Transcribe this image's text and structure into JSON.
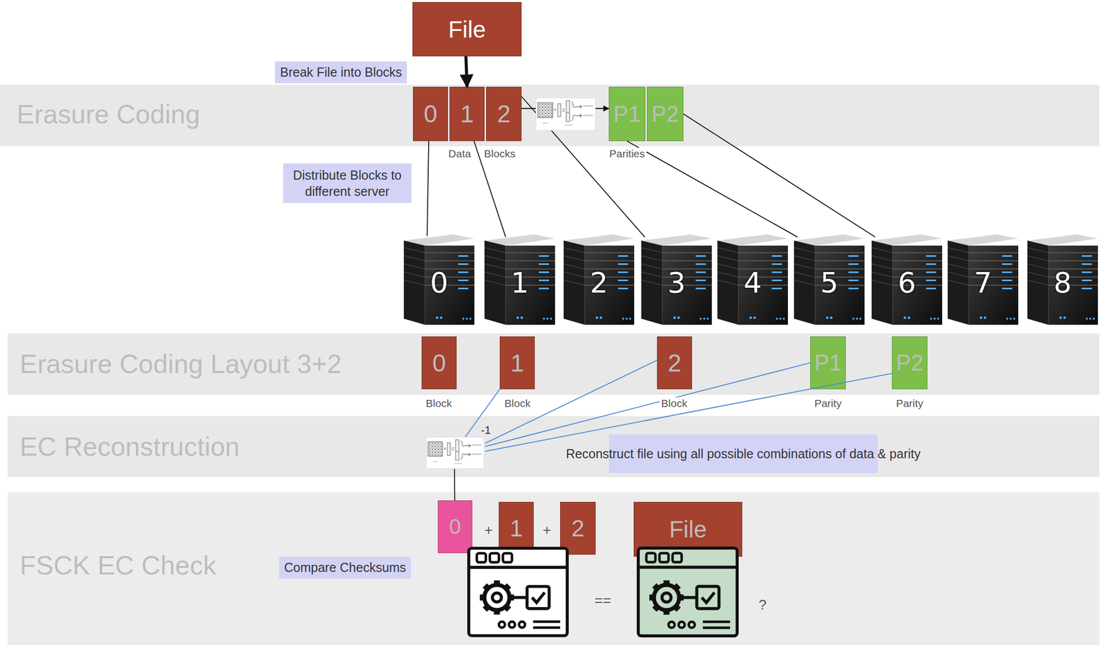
{
  "diagram": {
    "nodes": [
      {
        "text": [
          "File"
        ]
      },
      {
        "text": [
          "Break File into Blocks"
        ]
      },
      {
        "text": [
          "Erasure Coding"
        ]
      },
      {
        "text": [
          "0"
        ],
        "in": 2
      },
      {
        "text": [
          "1"
        ],
        "in": 2
      },
      {
        "text": [
          "2"
        ],
        "in": 2
      },
      {
        "text": [
          "P1"
        ],
        "in": 2
      },
      {
        "text": [
          "P2"
        ],
        "in": 2
      },
      {
        "text": [
          "Distribute Blocks to different server"
        ]
      },
      {
        "text": [
          "0"
        ]
      },
      {
        "text": [
          "1"
        ]
      },
      {
        "text": [
          "2"
        ]
      },
      {
        "text": [
          "3"
        ]
      },
      {
        "text": [
          "4"
        ]
      },
      {
        "text": [
          "5"
        ]
      },
      {
        "text": [
          "6"
        ]
      },
      {
        "text": [
          "7"
        ]
      },
      {
        "text": [
          "8"
        ]
      },
      {
        "text": [
          "Erasure Coding Layout 3+2"
        ]
      },
      {
        "text": [
          "0"
        ],
        "in": 18
      },
      {
        "text": [
          "1"
        ],
        "in": 18
      },
      {
        "text": [
          "2"
        ],
        "in": 18
      },
      {
        "text": [
          "P1"
        ],
        "in": 18
      },
      {
        "text": [
          "P2"
        ],
        "in": 18
      },
      {
        "text": [
          "EC Reconstruction"
        ]
      },
      {
        "text": [
          "-1"
        ],
        "in": 24
      },
      {
        "text": [
          "Reconstruct file using all possible combinations of data & parity"
        ],
        "in": 24
      },
      {
        "text": [
          "FSCK EC Check"
        ]
      },
      {
        "text": [
          "0"
        ],
        "in": 27
      },
      {
        "text": [
          "1"
        ],
        "in": 27
      },
      {
        "text": [
          "2"
        ],
        "in": 27
      },
      {
        "text": [
          "File"
        ],
        "in": 27
      },
      {
        "text": [
          "Compare Checksums"
        ],
        "in": 27
      }
    ],
    "edges": [
      {
        "from": 0,
        "to": 4,
        "arrow": "to"
      },
      {
        "from": 3,
        "to": 9,
        "arrow": "none"
      },
      {
        "from": 4,
        "to": 10,
        "arrow": "none"
      },
      {
        "from": 5,
        "to": 12,
        "arrow": "none"
      },
      {
        "from": 6,
        "to": 14,
        "arrow": "none"
      },
      {
        "from": 7,
        "to": 15,
        "arrow": "none"
      },
      {
        "from": 5,
        "to": 6,
        "arrow": "to"
      },
      {
        "from": 20,
        "to": 25,
        "arrow": "none"
      },
      {
        "from": 21,
        "to": 25,
        "arrow": "none"
      },
      {
        "from": 22,
        "to": 25,
        "arrow": "none"
      },
      {
        "from": 23,
        "to": 25,
        "arrow": "none"
      },
      {
        "from": 25,
        "to": 28,
        "arrow": "none"
      }
    ],
    "labels": [
      "Data",
      "Blocks",
      "Parities",
      "Block",
      "Block",
      "Block",
      "Parity",
      "Parity",
      "+",
      "+",
      "==",
      "?"
    ]
  }
}
